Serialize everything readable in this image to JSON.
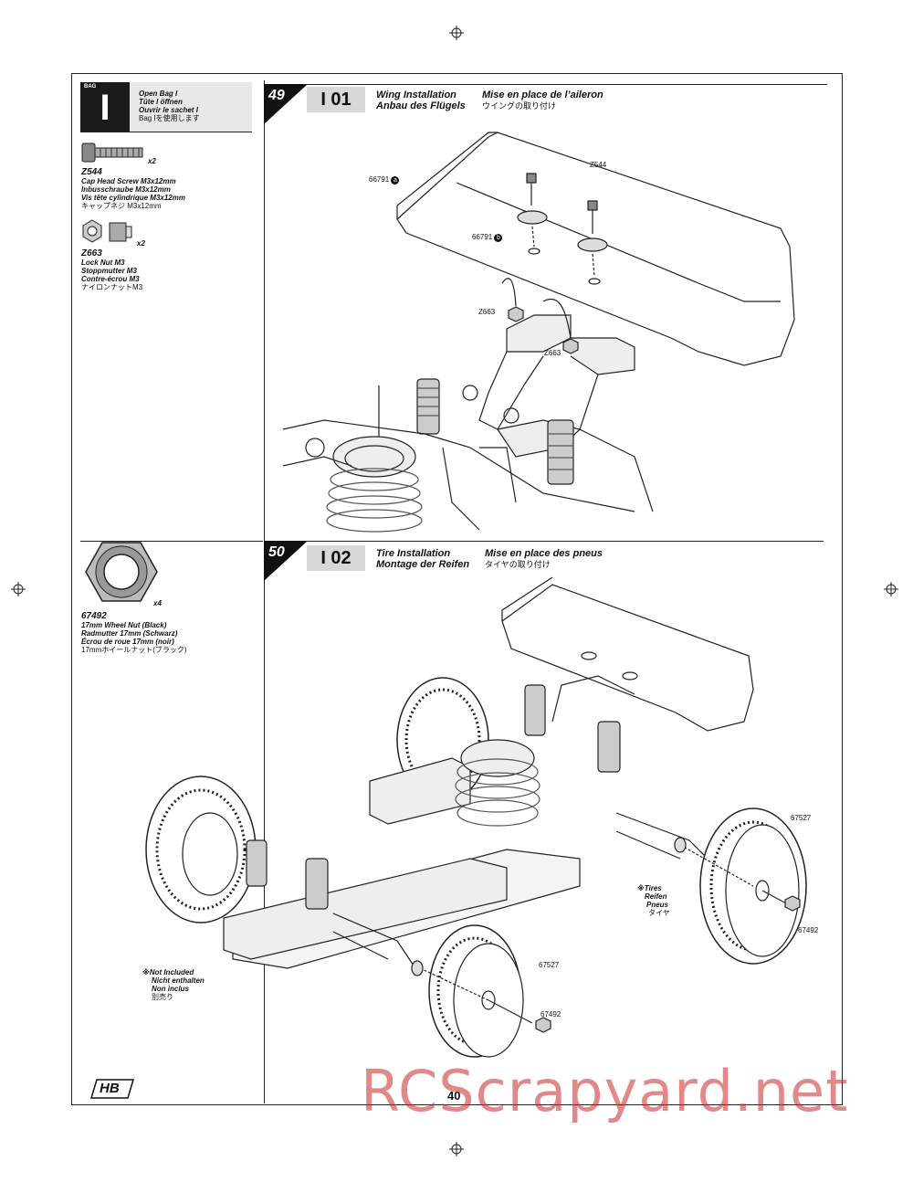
{
  "bag": {
    "label": "BAG",
    "letter": "I",
    "lines": [
      "Open Bag I",
      "Tüte I öffnen",
      "Ouvrir le sachet I"
    ],
    "jp": "Bag Iを使用します"
  },
  "parts": [
    {
      "code": "Z544",
      "qty": "x2",
      "en": "Cap Head Screw M3x12mm",
      "de": "Inbusschraube M3x12mm",
      "fr": "Vis tête cylindrique M3x12mm",
      "jp": "キャップネジ M3x12mm"
    },
    {
      "code": "Z663",
      "qty": "x2",
      "en": "Lock Nut M3",
      "de": "Stoppmutter M3",
      "fr": "Contre-écrou M3",
      "jp": "ナイロンナットM3"
    },
    {
      "code": "67492",
      "qty": "x4",
      "en": "17mm Wheel Nut (Black)",
      "de": "Radmutter 17mm (Schwarz)",
      "fr": "Écrou de roue 17mm (noir)",
      "jp": "17mmホイールナット(ブラック)"
    }
  ],
  "steps": [
    {
      "num": "49",
      "tag": "I 01",
      "en": "Wing Installation",
      "de": "Anbau des Flügels",
      "fr": "Mise en place de l’aileron",
      "jp": "ウイングの取り付け",
      "labels": {
        "a": "66791",
        "b": "66791",
        "screw": "Z544",
        "nut1": "Z663",
        "nut2": "Z663"
      }
    },
    {
      "num": "50",
      "tag": "I 02",
      "en": "Tire Installation",
      "de": "Montage der Reifen",
      "fr": "Mise en place des pneus",
      "jp": "タイヤの取り付け",
      "labels": {
        "wheel1": "67527",
        "nut1": "67492",
        "wheel2": "67527",
        "nut2": "67492"
      }
    }
  ],
  "notes": {
    "tires": {
      "mark": "※",
      "lines": [
        "Tires",
        "Reifen",
        "Pneus"
      ],
      "jp": "タイヤ"
    },
    "not_included": {
      "mark": "※",
      "lines": [
        "Not Included",
        "Nicht enthalten",
        "Non inclus"
      ],
      "jp": "別売り"
    }
  },
  "page_number": "40",
  "logo_text": "HB",
  "watermark": "RCScrapyard.net"
}
